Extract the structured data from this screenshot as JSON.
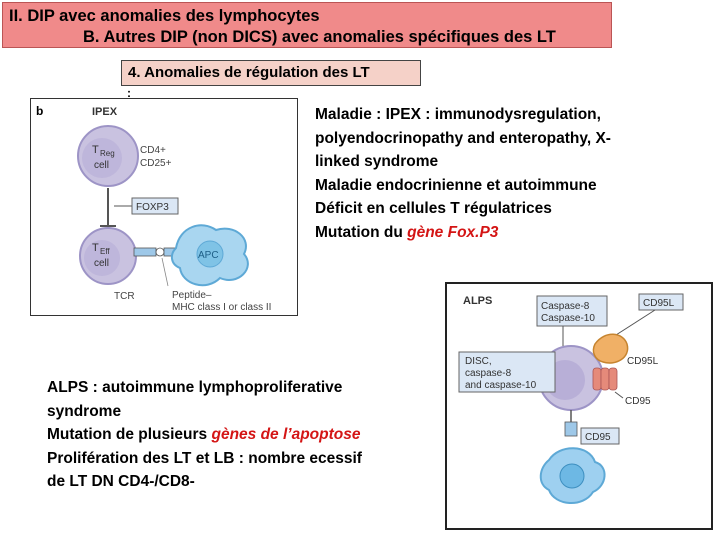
{
  "header": {
    "line1": "II. DIP avec anomalies des lymphocytes",
    "line2": "B. Autres DIP (non DICS) avec anomalies spécifiques des LT"
  },
  "section": {
    "title": "4. Anomalies de régulation des LT",
    "colon": ":"
  },
  "ipex": {
    "line1": "Maladie : IPEX : immunodysregulation,",
    "line2": "polyendocrinopathy and enteropathy, X-",
    "line3": "linked syndrome",
    "line4": "Maladie endocrinienne et autoimmune",
    "line5": "Déficit en cellules T régulatrices",
    "line6_prefix": "Mutation du ",
    "line6_highlight": "gène Fox.P3"
  },
  "alps": {
    "line1": "ALPS : autoimmune lymphoproliferative",
    "line2": "syndrome",
    "line3_prefix": "Mutation de plusieurs ",
    "line3_highlight": "gènes de l’apoptose",
    "line4": "Prolifération des LT et LB : nombre ecessif",
    "line5": "de LT DN CD4-/CD8-"
  },
  "figure_b": {
    "panel": "b",
    "title": "IPEX",
    "treg_1": "T",
    "treg_2": "Reg",
    "treg_3": "cell",
    "cd4": "CD4+",
    "cd25": "CD25+",
    "foxp3": "FOXP3",
    "teff_1": "T",
    "teff_2": "Eff",
    "teff_3": "cell",
    "apc": "APC",
    "tcr": "TCR",
    "peptide": "Peptide–",
    "mhc": "MHC class I or class II"
  },
  "figure_alps": {
    "title": "ALPS",
    "caspase8": "Caspase-8",
    "caspase10": "Caspase-10",
    "cd95l_box": "CD95L",
    "cd95l": "CD95L",
    "disc1": "DISC,",
    "disc2": "caspase-8",
    "disc3": "and caspase-10",
    "cd95": "CD95",
    "cd95_box": "CD95"
  },
  "colors": {
    "title_bg": "#f08a8a",
    "subtitle_bg": "#f5d1c8",
    "highlight": "#d41515",
    "cell_purple": "#c9c2e0",
    "apc_blue": "#7fc3e6",
    "box_blue": "#dbe7f5",
    "caspase_orange": "#f0b066"
  }
}
